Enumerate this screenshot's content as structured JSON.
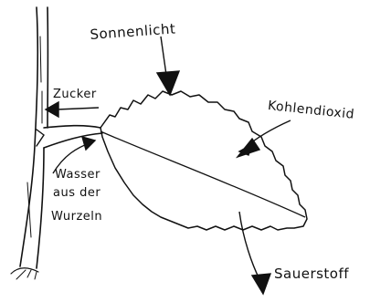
{
  "labels": {
    "sunlight": "Sonnenlicht",
    "sugar": "Zucker",
    "co2": "Kohlendioxid",
    "water_line1": "Wasser",
    "water_line2": "aus der",
    "water_line3": "Wurzeln",
    "oxygen": "Sauerstoff"
  },
  "colors": {
    "ink": "#111111",
    "background": "#ffffff"
  }
}
